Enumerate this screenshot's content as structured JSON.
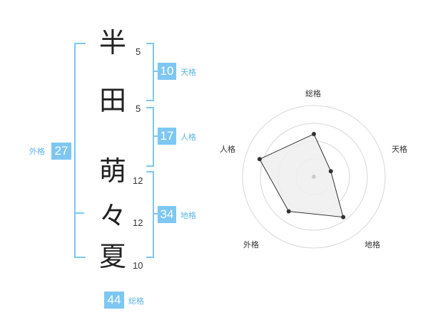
{
  "colors": {
    "accent": "#7dc7f2",
    "accent_text": "#5bb5e8"
  },
  "name": {
    "chars": [
      {
        "char": "半",
        "strokes": "5"
      },
      {
        "char": "田",
        "strokes": "5"
      },
      {
        "char": "萌",
        "strokes": "12"
      },
      {
        "char": "々",
        "strokes": "12"
      },
      {
        "char": "夏",
        "strokes": "10"
      }
    ]
  },
  "fortunes": {
    "tenkaku": {
      "value": "10",
      "label": "天格"
    },
    "jinkaku": {
      "value": "17",
      "label": "人格"
    },
    "chikaku": {
      "value": "34",
      "label": "地格"
    },
    "gaikaku": {
      "value": "27",
      "label": "外格"
    },
    "soukaku": {
      "value": "44",
      "label": "総格"
    }
  },
  "chart_data": {
    "type": "radar",
    "axes": [
      "総格",
      "天格",
      "地格",
      "外格",
      "人格"
    ],
    "levels": 4,
    "max": 4,
    "values": [
      2.4,
      1,
      2.8,
      2.4,
      3.2
    ]
  }
}
